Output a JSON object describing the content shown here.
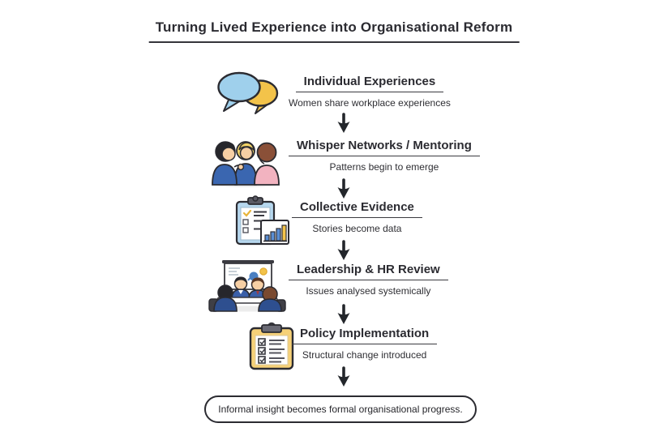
{
  "title": "Turning Lived Experience into Organisational Reform",
  "stages": [
    {
      "title": "Individual Experiences",
      "subtitle": "Women share workplace experiences",
      "icon": "speech-bubbles-icon"
    },
    {
      "title": "Whisper Networks / Mentoring",
      "subtitle": "Patterns begin to emerge",
      "icon": "people-talking-icon"
    },
    {
      "title": "Collective Evidence",
      "subtitle": "Stories become data",
      "icon": "clipboard-bar-chart-icon"
    },
    {
      "title": "Leadership & HR Review",
      "subtitle": "Issues analysed systemically",
      "icon": "meeting-presentation-icon"
    },
    {
      "title": "Policy Implementation",
      "subtitle": "Structural change introduced",
      "icon": "checklist-clipboard-icon"
    }
  ],
  "connector": "down-arrow",
  "conclusion": "Informal insight becomes formal organisational progress.",
  "colors": {
    "ink": "#2b2b31",
    "bubble_blue": "#9fd0ec",
    "accent_yellow": "#f3c34a",
    "clipboard_blue": "#b6d7ee",
    "clipboard_yellow": "#f6d178",
    "jacket_navy": "#3a66b0",
    "suit_navy": "#2e4f8f",
    "top_pink": "#f2b3c0",
    "skin": "#f6cfa4",
    "hair_black": "#26262b",
    "hair_blonde": "#f2d366",
    "hair_brown": "#7a4a30",
    "chart_blue": "#5b8fd4",
    "background": "#ffffff"
  }
}
